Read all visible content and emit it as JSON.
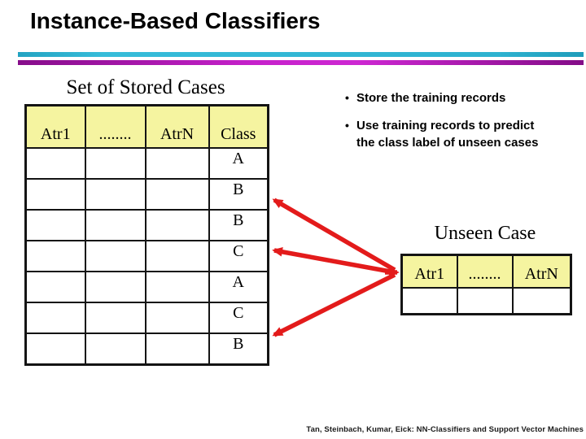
{
  "slide": {
    "title": "Instance-Based Classifiers",
    "footer": "Tan, Steinbach, Kumar, Eick: NN-Classifiers and Support Vector Machines"
  },
  "colors": {
    "accent_teal_bar": "#2BAECC",
    "accent_purple_bar": "#A316A8",
    "table_header_yellow": "#F5F4A0",
    "arrow_red": "#E31B1B",
    "table_border": "#141414",
    "title_text": "#000000"
  },
  "icons": {
    "bullet": "•"
  },
  "stored_table": {
    "title": "Set of Stored Cases",
    "headers": [
      "Atr1",
      "........",
      "AtrN",
      "Class"
    ],
    "class_values": [
      "A",
      "B",
      "B",
      "C",
      "A",
      "C",
      "B"
    ]
  },
  "bullets": [
    "Store the training records",
    "Use training records to predict the class label of unseen cases"
  ],
  "unseen_table": {
    "title": "Unseen Case",
    "headers": [
      "Atr1",
      "........",
      "AtrN"
    ]
  }
}
